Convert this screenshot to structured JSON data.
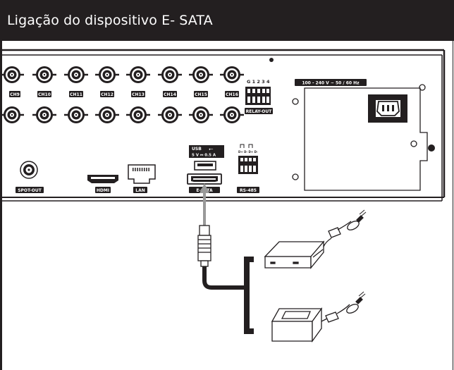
{
  "title": "Ligação do dispositivo E- SATA",
  "channels_top": [
    "CH9",
    "CH10",
    "CH11",
    "CH12",
    "CH13",
    "CH14",
    "CH15",
    "CH16"
  ],
  "relay": {
    "pins": "G 1 2 3 4",
    "label": "RELAY-OUT"
  },
  "power": {
    "label": "100 - 240 V ~ 50 / 60 Hz"
  },
  "ports": {
    "spot_out": "SPOT-OUT",
    "hdmi": "HDMI",
    "lan": "LAN",
    "usb": "USB",
    "usb_rating": "5 V ⎓ 0.5 A",
    "esata": "E-SATA",
    "rs485": "RS-485"
  }
}
